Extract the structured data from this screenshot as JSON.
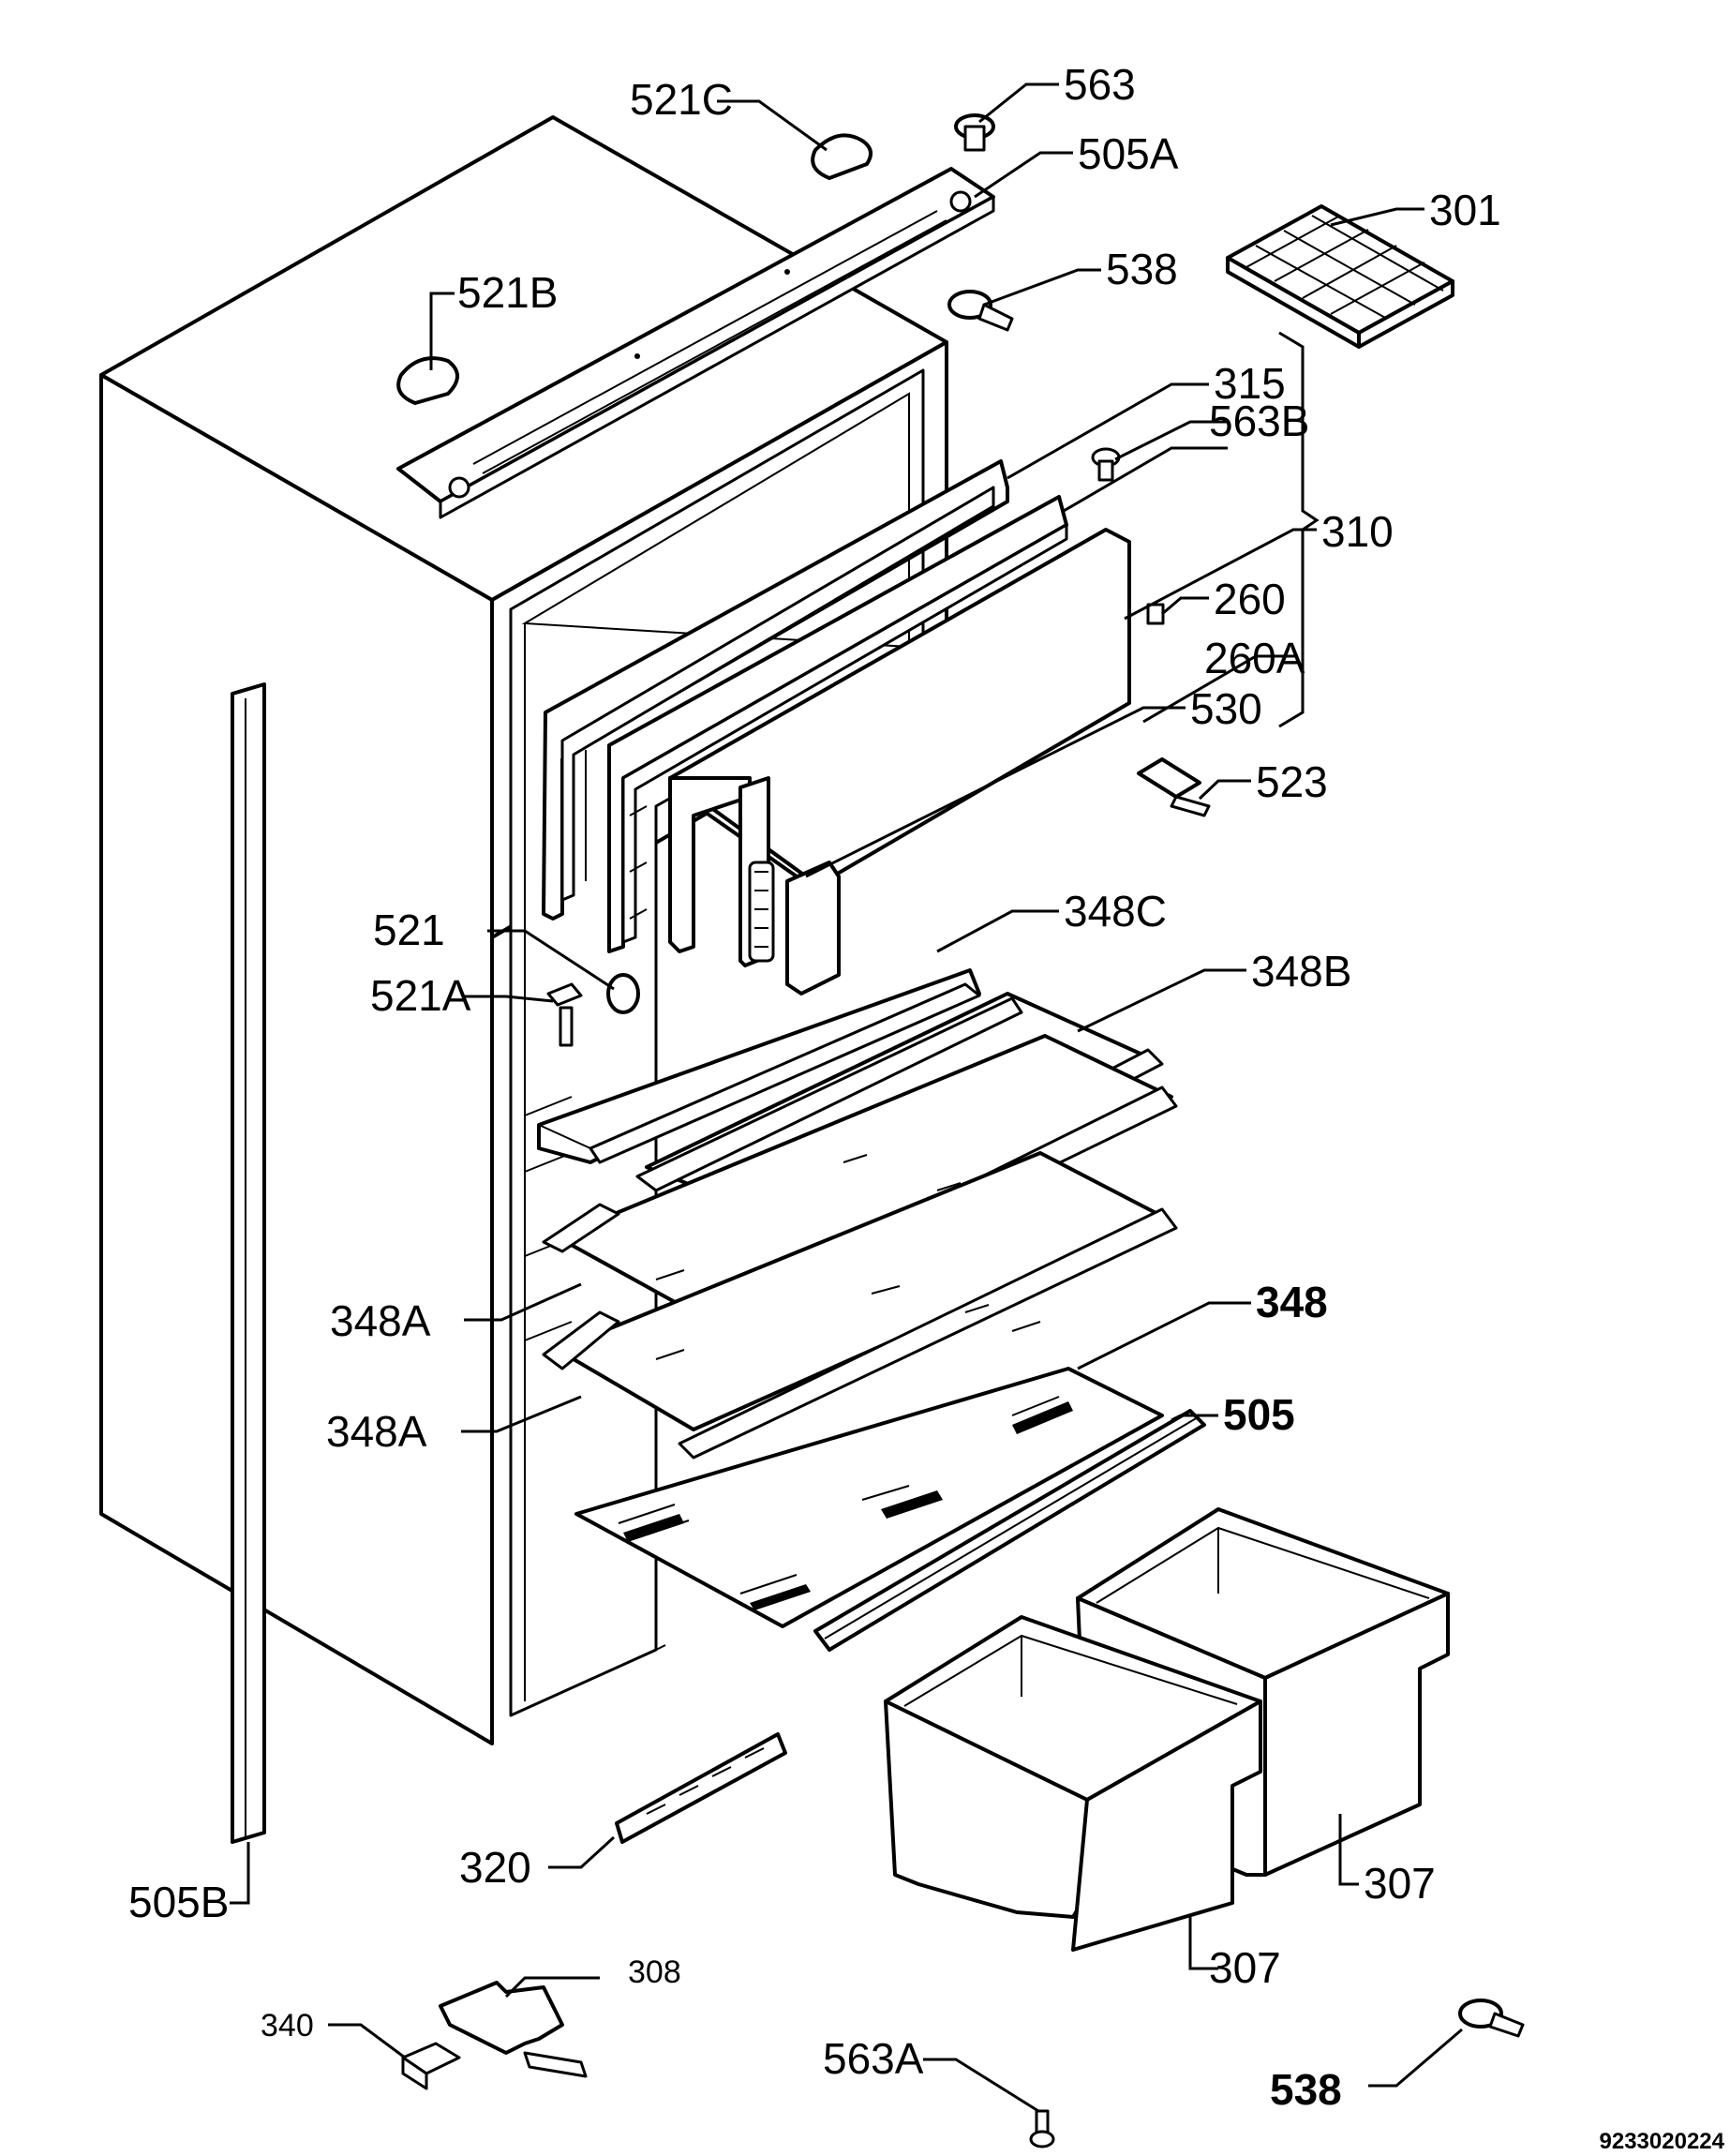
{
  "diagram_code": "9233020224",
  "labels": {
    "l521c": "521C",
    "l563": "563",
    "l505a": "505A",
    "l301": "301",
    "l521b": "521B",
    "l538top": "538",
    "l315": "315",
    "l563b": "563B",
    "l310": "310",
    "l260": "260",
    "l260a": "260A",
    "l530": "530",
    "l523": "523",
    "l521": "521",
    "l521a": "521A",
    "l348c": "348C",
    "l348b": "348B",
    "l348a1": "348A",
    "l348": "348",
    "l348a2": "348A",
    "l505": "505",
    "l320": "320",
    "l505b": "505B",
    "l307a": "307",
    "l307b": "307",
    "l308": "308",
    "l340": "340",
    "l563a": "563A",
    "l538bottom": "538"
  }
}
